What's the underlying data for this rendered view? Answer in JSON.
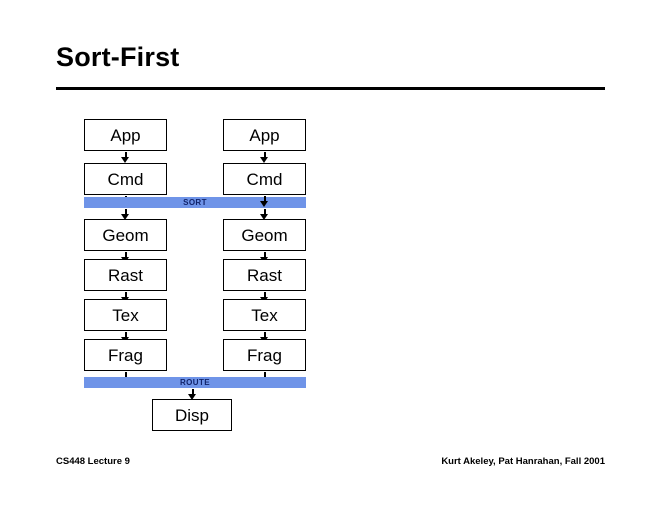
{
  "slide": {
    "title": "Sort-First",
    "background_color": "#ffffff",
    "rule_color": "#000000"
  },
  "diagram": {
    "type": "pipeline-flow",
    "bar_color": "#6f94e8",
    "bar_label_color": "#12246b",
    "box_border_color": "#000000",
    "columns": [
      {
        "name": "pipeline-left",
        "nodes": [
          {
            "label": "App"
          },
          {
            "label": "Cmd"
          },
          {
            "label": "Geom"
          },
          {
            "label": "Rast"
          },
          {
            "label": "Tex"
          },
          {
            "label": "Frag"
          }
        ]
      },
      {
        "name": "pipeline-right",
        "nodes": [
          {
            "label": "App"
          },
          {
            "label": "Cmd"
          },
          {
            "label": "Geom"
          },
          {
            "label": "Rast"
          },
          {
            "label": "Tex"
          },
          {
            "label": "Frag"
          }
        ]
      }
    ],
    "bars": [
      {
        "label": "SORT"
      },
      {
        "label": "ROUTE"
      }
    ],
    "display": {
      "label": "Disp"
    }
  },
  "footer": {
    "left": "CS448 Lecture 9",
    "right": "Kurt Akeley, Pat Hanrahan, Fall 2001"
  }
}
